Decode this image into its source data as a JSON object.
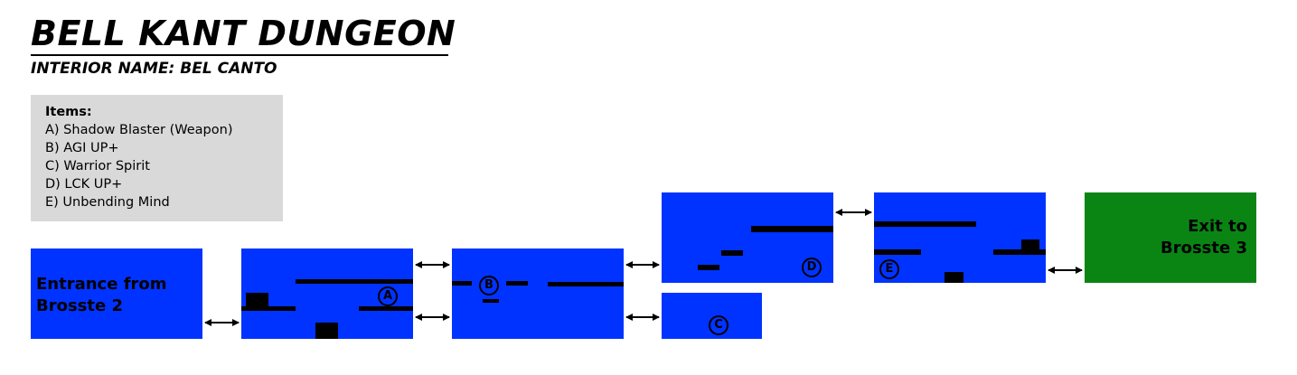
{
  "title": "BELL KANT DUNGEON",
  "subtitle": "INTERIOR NAME: BEL CANTO",
  "legend": {
    "heading": "Items:",
    "items": [
      "A) Shadow Blaster (Weapon)",
      "B) AGI UP+",
      "C) Warrior Spirit",
      "D) LCK UP+",
      "E) Unbending Mind"
    ]
  },
  "rooms": {
    "entrance": {
      "line1": "Entrance from",
      "line2": "Brosste 2"
    },
    "exit": {
      "line1": "Exit to",
      "line2": "Brosste 3"
    }
  },
  "markers": {
    "a": "A",
    "b": "B",
    "c": "C",
    "d": "D",
    "e": "E"
  },
  "colors": {
    "room": "#0033ff",
    "exit": "#0a8514",
    "legend_bg": "#d9d9d9",
    "platform": "#000000"
  }
}
